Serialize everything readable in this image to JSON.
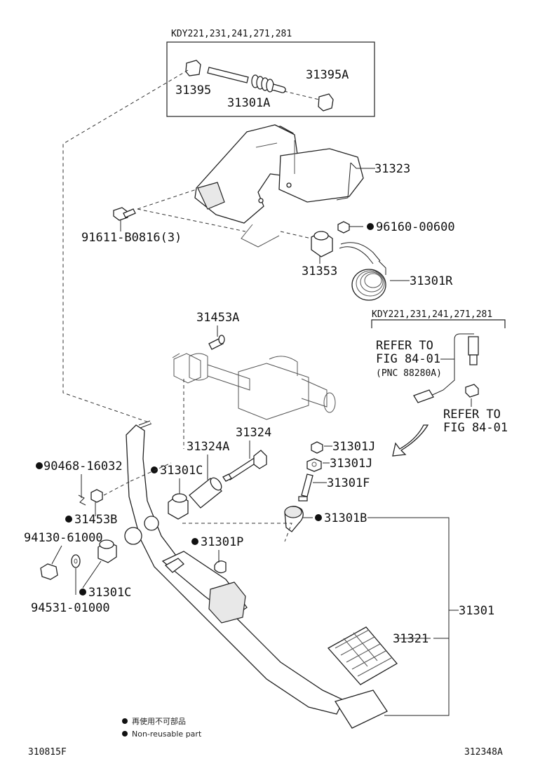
{
  "variant_top": "KDY221,231,241,271,281",
  "variant_mid": "KDY221,231,241,271,281",
  "refer_a": [
    "REFER TO",
    "FIG 84-01",
    "(PNC 88280A)"
  ],
  "refer_b": [
    "REFER TO",
    "FIG 84-01"
  ],
  "parts": {
    "p31395": "31395",
    "p31395A": "31395A",
    "p31301A": "31301A",
    "p31323": "31323",
    "p91611": "91611-B0816(3)",
    "p96160": "96160-00600",
    "p31353": "31353",
    "p31301R": "31301R",
    "p31453A": "31453A",
    "p31324": "31324",
    "p31324A": "31324A",
    "p31301C_a": "31301C",
    "p31301J_a": "31301J",
    "p31301J_b": "31301J",
    "p31301F": "31301F",
    "p90468": "90468-16032",
    "p31453B": "31453B",
    "p31301B": "31301B",
    "p94130": "94130-61000",
    "p31301P": "31301P",
    "p31301C_b": "31301C",
    "p94531": "94531-01000",
    "p31321": "31321",
    "p31301": "31301"
  },
  "legend": {
    "line_cn": "再使用不可部品",
    "line_en": "Non-reusable part"
  },
  "footer": {
    "left_code": "310815F",
    "right_code": "312348A"
  }
}
